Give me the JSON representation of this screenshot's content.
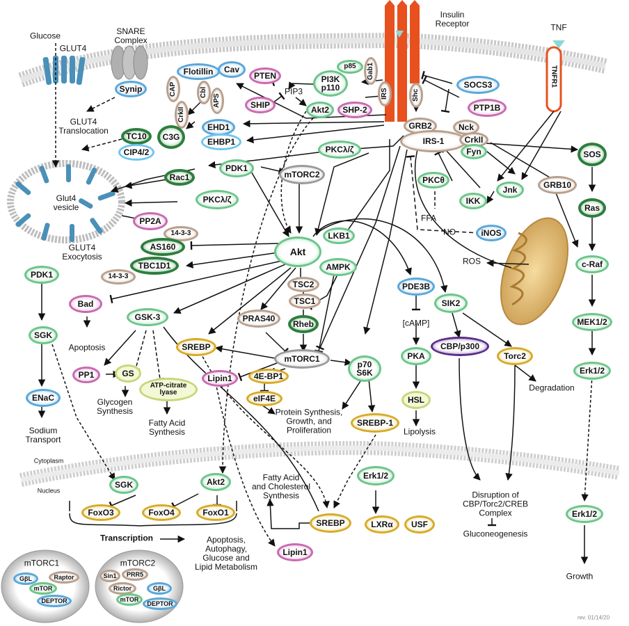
{
  "labels": {
    "glucose": "Glucose",
    "glut4_top": "GLUT4",
    "snare": "SNARE\nComplex",
    "insulin_receptor": "Insulin\nReceptor",
    "tnf": "TNF",
    "pip3": "PIP3",
    "glut4_translocation": "GLUT4\nTranslocation",
    "glut4_vesicle": "Glut4\nvesicle",
    "glut4_exocytosis": "GLUT4\nExocytosis",
    "apoptosis": "Apoptosis",
    "glycogen_synthesis": "Glycogen\nSynthesis",
    "fatty_acid_synthesis": "Fatty Acid\nSynthesis",
    "sodium_transport": "Sodium\nTransport",
    "protein_synthesis": "Protein Synthesis,\nGrowth, and\nProliferation",
    "camp": "[cAMP]",
    "lipolysis": "Lipolysis",
    "degradation": "Degradation",
    "ros": "ROS",
    "ffa": "FFA",
    "no": "NO",
    "cytoplasm": "Cytoplasm",
    "nucleus": "Nucleus",
    "fatty_acid_cholesterol": "Fatty Acid\nand Cholesterol\nSynthesis",
    "disruption": "Disruption of\nCBP/Torc2/CREB\nComplex",
    "gluconeogenesis": "Gluconeogenesis",
    "transcription": "Transcription",
    "transcription_outcome": "Apoptosis,\nAutophagy,\nGlucose and\nLipid Metabolism",
    "growth": "Growth",
    "mtorc1_box": "mTORC1",
    "mtorc2_box": "mTORC2",
    "revision": "rev. 01/14/20"
  },
  "nodes": {
    "synip": "Synip",
    "flotillin": "Flotillin",
    "cav": "Cav",
    "cap": "CAP",
    "cbl": "Cbl",
    "aps": "APS",
    "crkii_left": "CrkII",
    "c3g": "C3G",
    "pten": "PTEN",
    "ship": "SHIP",
    "p85": "p85",
    "pi3k": "PI3K\np110",
    "gab1": "Gab1",
    "irs": "IRS",
    "shc": "Shc",
    "akt2_top": "Akt2",
    "shp2": "SHP-2",
    "socs3": "SOCS3",
    "ptp1b": "PTP1B",
    "tnfr1": "TNFR1",
    "tc10": "TC10",
    "cip42": "CIP4/2",
    "ehd1": "EHD1",
    "ehbp1": "EHBP1",
    "grb2": "GRB2",
    "nck": "Nck",
    "irs1": "IRS-1",
    "crkii_right": "CrkII",
    "fyn": "Fyn",
    "pkc_top": "PKCλ/ζ",
    "rac1": "Rac1",
    "pdk1_center": "PDK1",
    "mtorc2": "mTORC2",
    "pkc_left": "PKCλ/ζ",
    "pp2a": "PP2A",
    "p1433_mid": "14-3-3",
    "as160": "AS160",
    "tbc1d1": "TBC1D1",
    "p1433_low": "14-3-3",
    "akt": "Akt",
    "lkb1": "LKB1",
    "ampk": "AMPK",
    "pkc_theta": "PKCθ",
    "ikk": "IKK",
    "jnk": "Jnk",
    "inos": "iNOS",
    "sos": "SOS",
    "grb10": "GRB10",
    "ras": "Ras",
    "craf": "c-Raf",
    "mek12": "MEK1/2",
    "erk12_right": "Erk1/2",
    "erk12_bottom": "Erk1/2",
    "pdk1_left": "PDK1",
    "sgk_left": "SGK",
    "enac": "ENaC",
    "bad": "Bad",
    "gsk3": "GSK-3",
    "pp1": "PP1",
    "gs": "GS",
    "atp_citrate": "ATP-citrate\nlyase",
    "tsc2": "TSC2",
    "tsc1": "TSC1",
    "rheb": "Rheb",
    "pras40": "PRAS40",
    "srebp_cyto": "SREBP",
    "mtorc1": "mTORC1",
    "lipin1_cyto": "Lipin1",
    "ebp1": "4E-BP1",
    "eif4e": "eIF4E",
    "p70s6k": "p70\nS6K",
    "srebp1": "SREBP-1",
    "pde3b": "PDE3B",
    "sik2": "SIK2",
    "pka": "PKA",
    "hsl": "HSL",
    "cbp": "CBP/p300",
    "torc2": "Torc2",
    "sgk_nuc": "SGK",
    "akt2_nuc": "Akt2",
    "foxo3": "FoxO3",
    "foxo4": "FoxO4",
    "foxo1": "FoxO1",
    "srebp_nuc": "SREBP",
    "lipin1_nuc": "Lipin1",
    "erk12_nuc": "Erk1/2",
    "lxra": "LXRα",
    "usf": "USF",
    "m1_gbl": "GβL",
    "m1_raptor": "Raptor",
    "m1_mtor": "mTOR",
    "m1_deptor": "DEPTOR",
    "m2_sin1": "Sin1",
    "m2_prr5": "PRR5",
    "m2_gbl": "GβL",
    "m2_rictor": "Rictor",
    "m2_mtor": "mTOR",
    "m2_deptor": "DEPTOR"
  },
  "colors": {
    "green": "#6cc58a",
    "dark_green": "#2e7d3e",
    "blue": "#5aa7d8",
    "pink": "#c86ab0",
    "tan": "#b8a08e",
    "gold": "#d6ab2a",
    "gray": "#9a9a9a",
    "purple": "#5a2d86",
    "receptor_orange": "#e8501e",
    "glut4_blue": "#4a90b8",
    "tnf_teal": "#8fd6d6",
    "mito_tan": "#e6c07a"
  },
  "icons": [
    "glut4-transporter-icon",
    "snare-complex-icon",
    "insulin-receptor-icon",
    "tnfr1-receptor-icon",
    "glut4-vesicle-icon",
    "mitochondrion-icon",
    "membrane-icon",
    "nuclear-membrane-icon"
  ]
}
